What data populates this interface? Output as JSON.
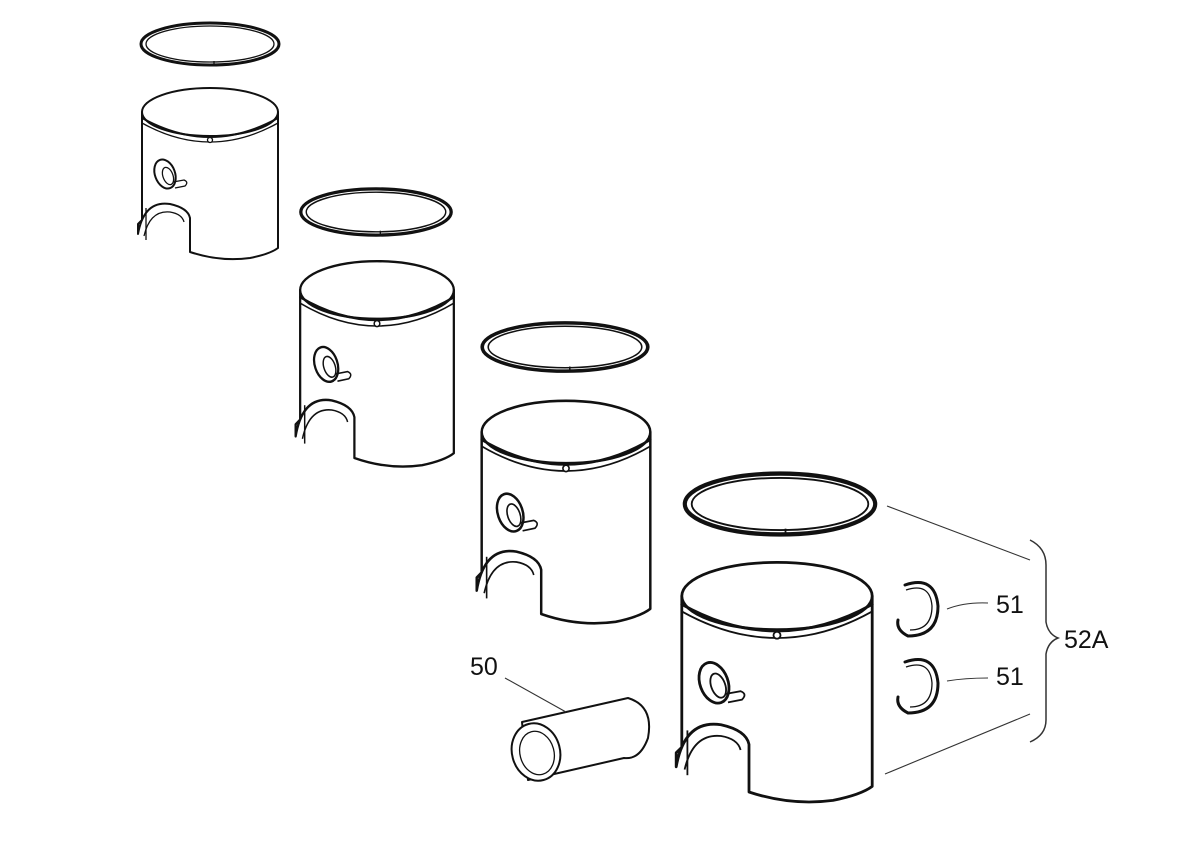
{
  "diagram": {
    "callouts": {
      "piston_pin": "50",
      "circlip_upper": "51",
      "circlip_lower": "51",
      "piston_kit": "52A"
    }
  },
  "colors": {
    "line": "#111111",
    "background": "#ffffff"
  }
}
